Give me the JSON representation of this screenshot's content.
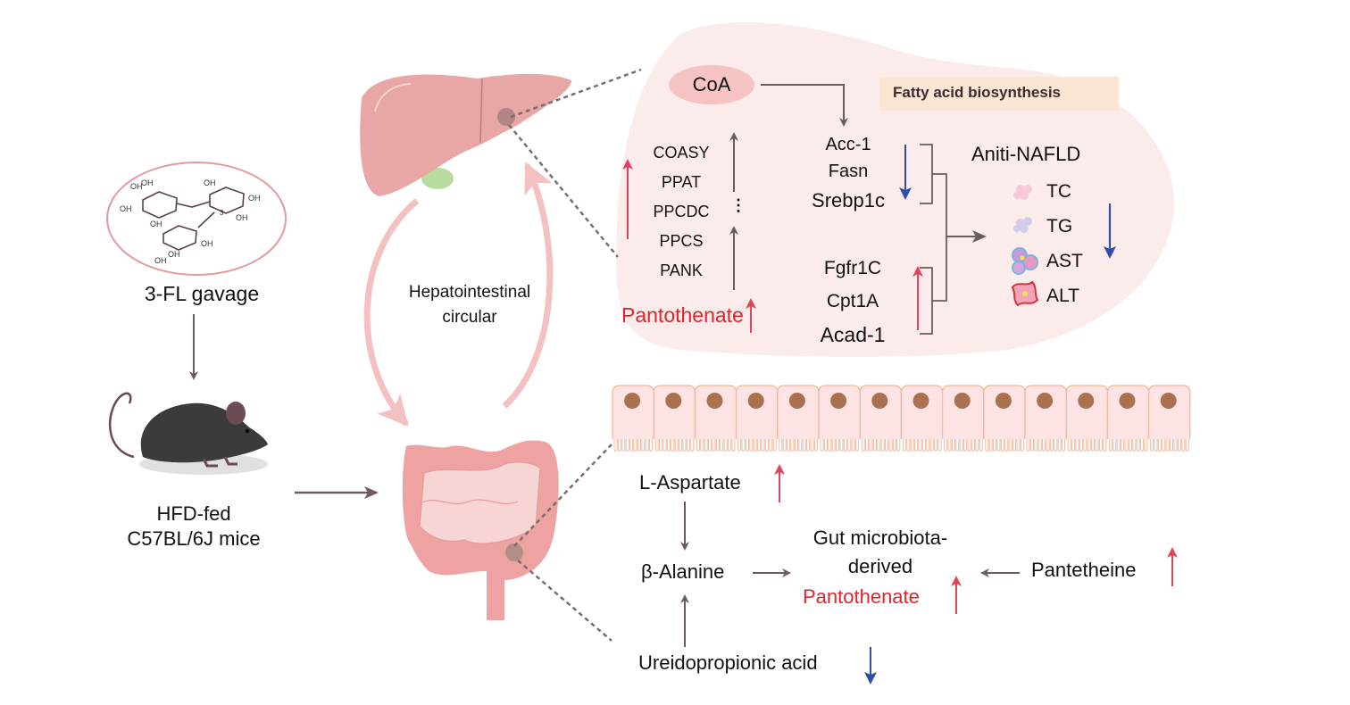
{
  "colors": {
    "arrow_gray": "#6e5a5a",
    "up_red": "#e0455a",
    "down_blue": "#2f4ea8",
    "highlight_red": "#e0242a",
    "blob_fill": "#fcebeb",
    "coa_fill": "#f6c3c3",
    "fatty_box_fill": "#fbe6d6",
    "organ_pink": "#e8a6a6",
    "cell_fill": "#fde3e3",
    "cell_stroke": "#f0b89f",
    "nucleus": "#a9714f"
  },
  "left": {
    "molecule_label": "3-FL gavage",
    "molecule_name": "3-fucosyllactose structure",
    "mouse_label_line1": "HFD-fed",
    "mouse_label_line2": "C57BL/6J mice"
  },
  "center": {
    "cycle_label_line1": "Hepatointestinal",
    "cycle_label_line2": "circular"
  },
  "liver_panel": {
    "coa": "CoA",
    "fatty_acid_box": "Fatty acid biosynthesis",
    "pathway_enzymes": [
      "COASY",
      "PPAT",
      "PPCDC",
      "PPCS",
      "PANK"
    ],
    "ellipsis": "⋮",
    "pantothenate": "Pantothenate",
    "pantothenate_trend": "up",
    "enzymes_trend": "up",
    "downregulated_genes": [
      "Acc-1",
      "Fasn",
      "Srebp1c"
    ],
    "downregulated_trend": "down",
    "upregulated_genes": [
      "Fgfr1C",
      "Cpt1A",
      "Acad-1"
    ],
    "upregulated_trend": "up",
    "outcome_title": "Aniti-NAFLD",
    "markers": [
      {
        "label": "TC",
        "icon": "lipid-droplet-icon"
      },
      {
        "label": "TG",
        "icon": "triglyceride-icon"
      },
      {
        "label": "AST",
        "icon": "hepatocyte-cluster-icon"
      },
      {
        "label": "ALT",
        "icon": "damaged-cell-icon"
      }
    ],
    "markers_trend": "down"
  },
  "gut_panel": {
    "cell_count": 14,
    "l_aspartate": "L-Aspartate",
    "l_aspartate_trend": "up",
    "beta_alanine": "β-Alanine",
    "gut_line1": "Gut microbiota-",
    "gut_line2": "derived",
    "gut_pantothenate": "Pantothenate",
    "gut_pantothenate_trend": "up",
    "pantetheine": "Pantetheine",
    "pantetheine_trend": "up",
    "ureido": "Ureidopropionic acid",
    "ureido_trend": "down"
  }
}
